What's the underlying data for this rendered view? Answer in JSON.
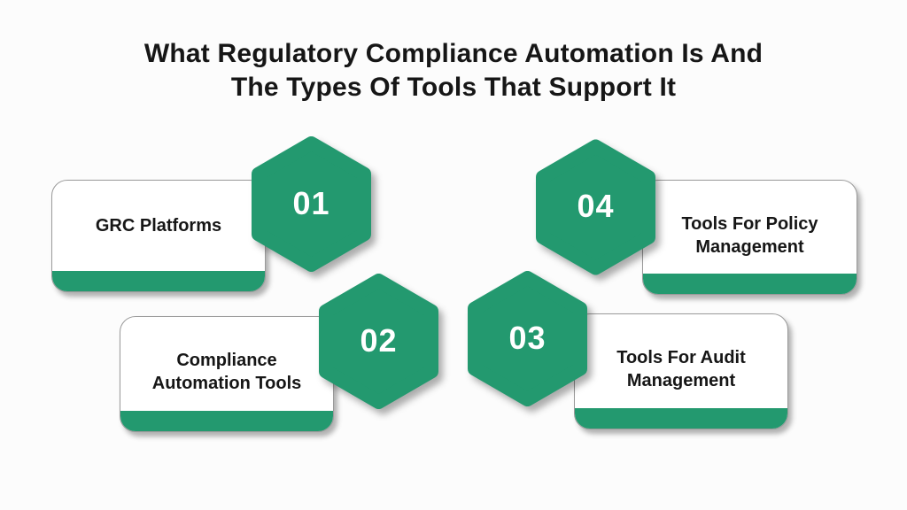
{
  "title": {
    "line1": "What Regulatory Compliance Automation Is And",
    "line2": "The Types Of Tools That Support It"
  },
  "colors": {
    "green": "#23996f",
    "card_border": "#9a9a9a",
    "background": "#fcfcfc",
    "text": "#161616",
    "number_text": "#ffffff"
  },
  "items": [
    {
      "number": "01",
      "lines": [
        "GRC Platforms"
      ]
    },
    {
      "number": "02",
      "lines": [
        "Compliance",
        "Automation Tools"
      ]
    },
    {
      "number": "03",
      "lines": [
        "Tools For Audit",
        "Management"
      ]
    },
    {
      "number": "04",
      "lines": [
        "Tools For Policy",
        "Management"
      ]
    }
  ]
}
